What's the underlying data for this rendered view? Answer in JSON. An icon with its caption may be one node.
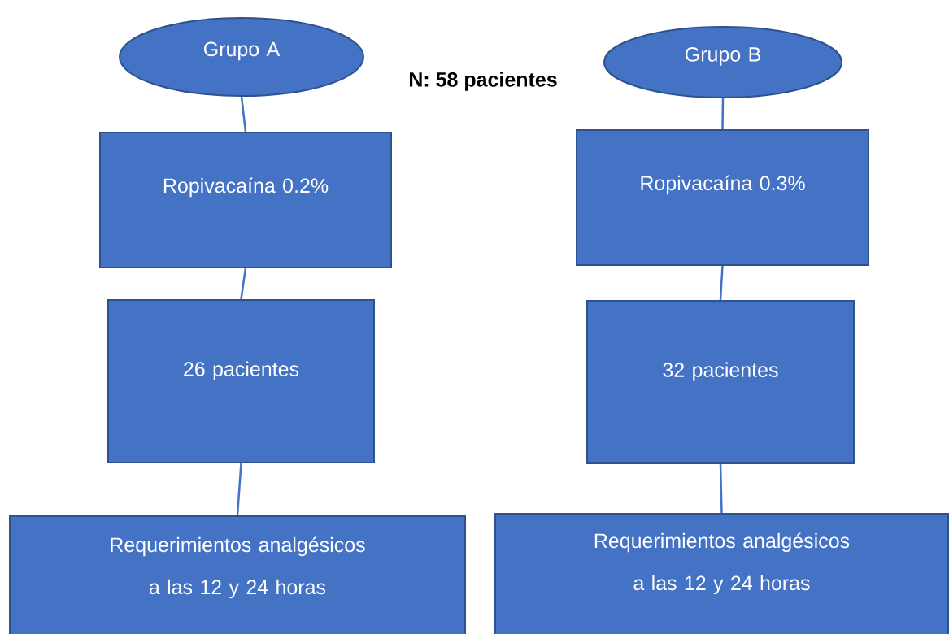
{
  "diagram": {
    "nodes": [
      {
        "text": [
          "Grupo A"
        ]
      },
      {
        "text": [
          "Grupo B"
        ]
      },
      {
        "text": [
          "Ropivacaína 0.2%"
        ]
      },
      {
        "text": [
          "Ropivacaína 0.3%"
        ]
      },
      {
        "text": [
          "26 pacientes"
        ]
      },
      {
        "text": [
          "32 pacientes"
        ]
      },
      {
        "text": [
          "Requerimientos analgésicos a las 12 y 24 horas"
        ]
      },
      {
        "text": [
          "Requerimientos analgésicos a las 12 y 24 horas"
        ]
      }
    ],
    "edges": [
      {
        "from": 0,
        "to": 2,
        "arrow": "none"
      },
      {
        "from": 2,
        "to": 4,
        "arrow": "none"
      },
      {
        "from": 4,
        "to": 6,
        "arrow": "none"
      },
      {
        "from": 1,
        "to": 3,
        "arrow": "none"
      },
      {
        "from": 3,
        "to": 5,
        "arrow": "none"
      },
      {
        "from": 5,
        "to": 7,
        "arrow": "none"
      }
    ],
    "labels": [
      "N: 58 pacientes"
    ]
  }
}
